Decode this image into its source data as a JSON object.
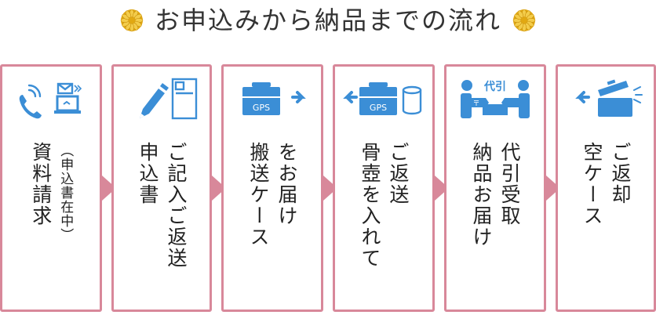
{
  "title": "お申込みから納品までの流れ",
  "colors": {
    "border": "#d8889a",
    "icon": "#3b8ed6",
    "flower": "#e1a812",
    "text": "#222222"
  },
  "steps": [
    {
      "lines": [
        "資料請求",
        "（申込書在中）"
      ],
      "icon": "phone-and-mail-laptop-icon"
    },
    {
      "lines": [
        "申込書",
        "ご記入ご返送"
      ],
      "icon": "pen-and-document-icon"
    },
    {
      "lines": [
        "搬送ケース",
        "をお届け"
      ],
      "icon": "gps-case-send-icon",
      "case_label": "GPS"
    },
    {
      "lines": [
        "骨壺を入れて",
        "ご返送"
      ],
      "icon": "gps-case-return-with-urn-icon",
      "case_label": "GPS"
    },
    {
      "lines": [
        "納品お届け",
        "代引受取"
      ],
      "icon": "cash-on-delivery-handover-icon",
      "badge": "代引"
    },
    {
      "lines": [
        "空ケース",
        "ご返却"
      ],
      "icon": "open-case-return-icon"
    }
  ]
}
